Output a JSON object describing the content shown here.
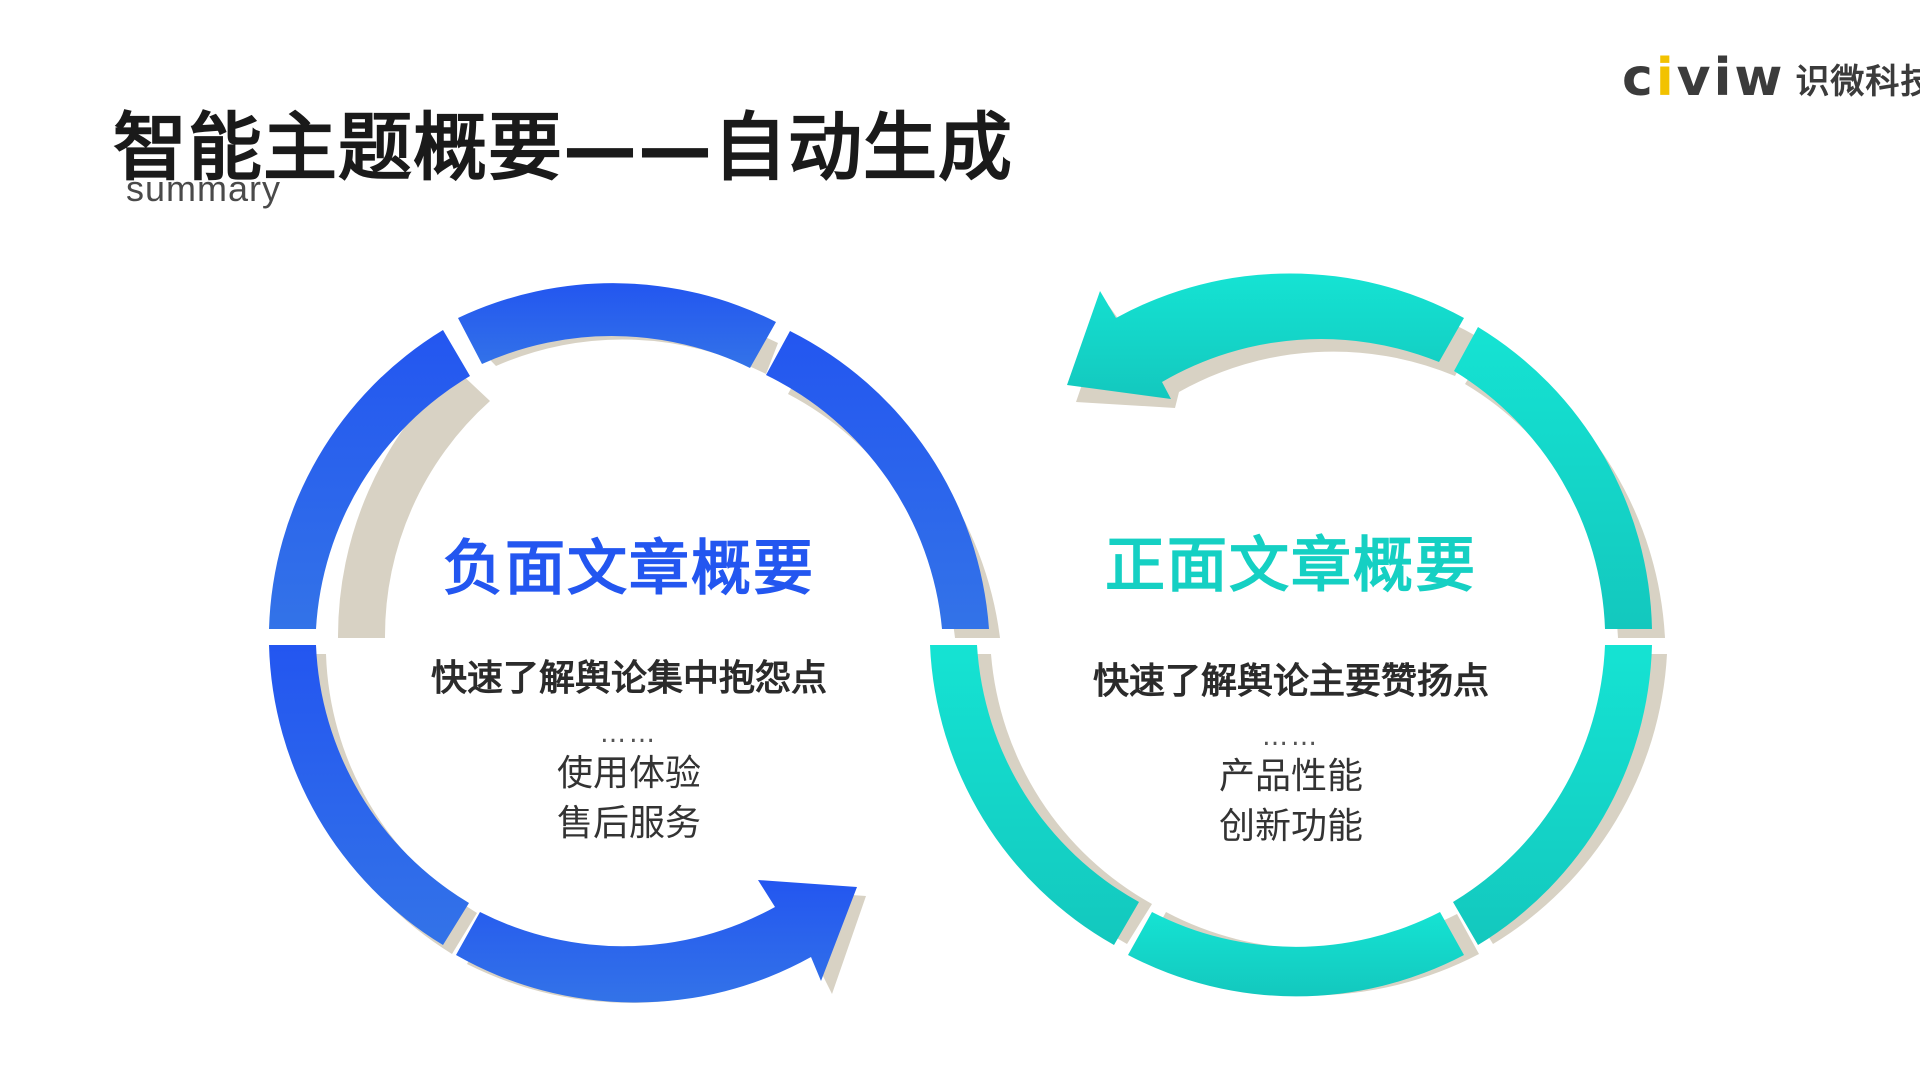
{
  "header": {
    "title": "智能主题概要——自动生成",
    "subtitle": "summary"
  },
  "logo": {
    "word_part1": "c",
    "word_accent": "i",
    "word_part2": "v",
    "word_accent2": "i",
    "word_part3": "w",
    "cn": "识微科技"
  },
  "negative": {
    "heading": "负面文章概要",
    "description": "快速了解舆论集中抱怨点",
    "ellipsis": "……",
    "items": [
      "使用体验",
      "售后服务"
    ],
    "color_top": "#2356F0",
    "color_bottom": "#3373E8"
  },
  "positive": {
    "heading": "正面文章概要",
    "description": "快速了解舆论主要赞扬点",
    "ellipsis": "……",
    "items": [
      "产品性能",
      "创新功能"
    ],
    "color_top": "#15E3D3",
    "color_bottom": "#13C8BE"
  }
}
